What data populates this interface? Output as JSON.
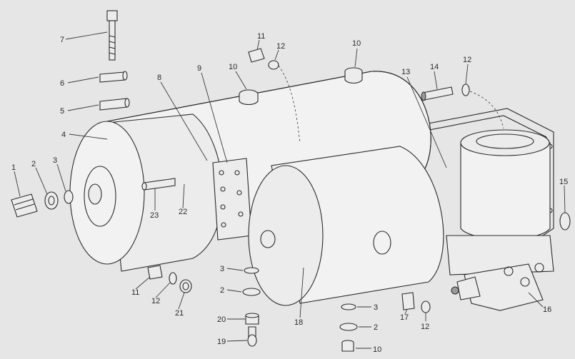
{
  "labels": {
    "l1": "1",
    "l2": "2",
    "l3": "3",
    "l4": "4",
    "l5": "5",
    "l6": "6",
    "l7": "7",
    "l8": "8",
    "l9": "9",
    "l10a": "10",
    "l10b": "10",
    "l10c": "10",
    "l11a": "11",
    "l11b": "11",
    "l12a": "12",
    "l12b": "12",
    "l12c": "12",
    "l12d": "12",
    "l13": "13",
    "l14": "14",
    "l15": "15",
    "l16": "16",
    "l17": "17",
    "l18": "18",
    "l19": "19",
    "l20": "20",
    "l21": "21",
    "l22": "22",
    "l23": "23",
    "l3b": "3",
    "l2b": "2",
    "l3c": "3",
    "l2c": "2"
  }
}
